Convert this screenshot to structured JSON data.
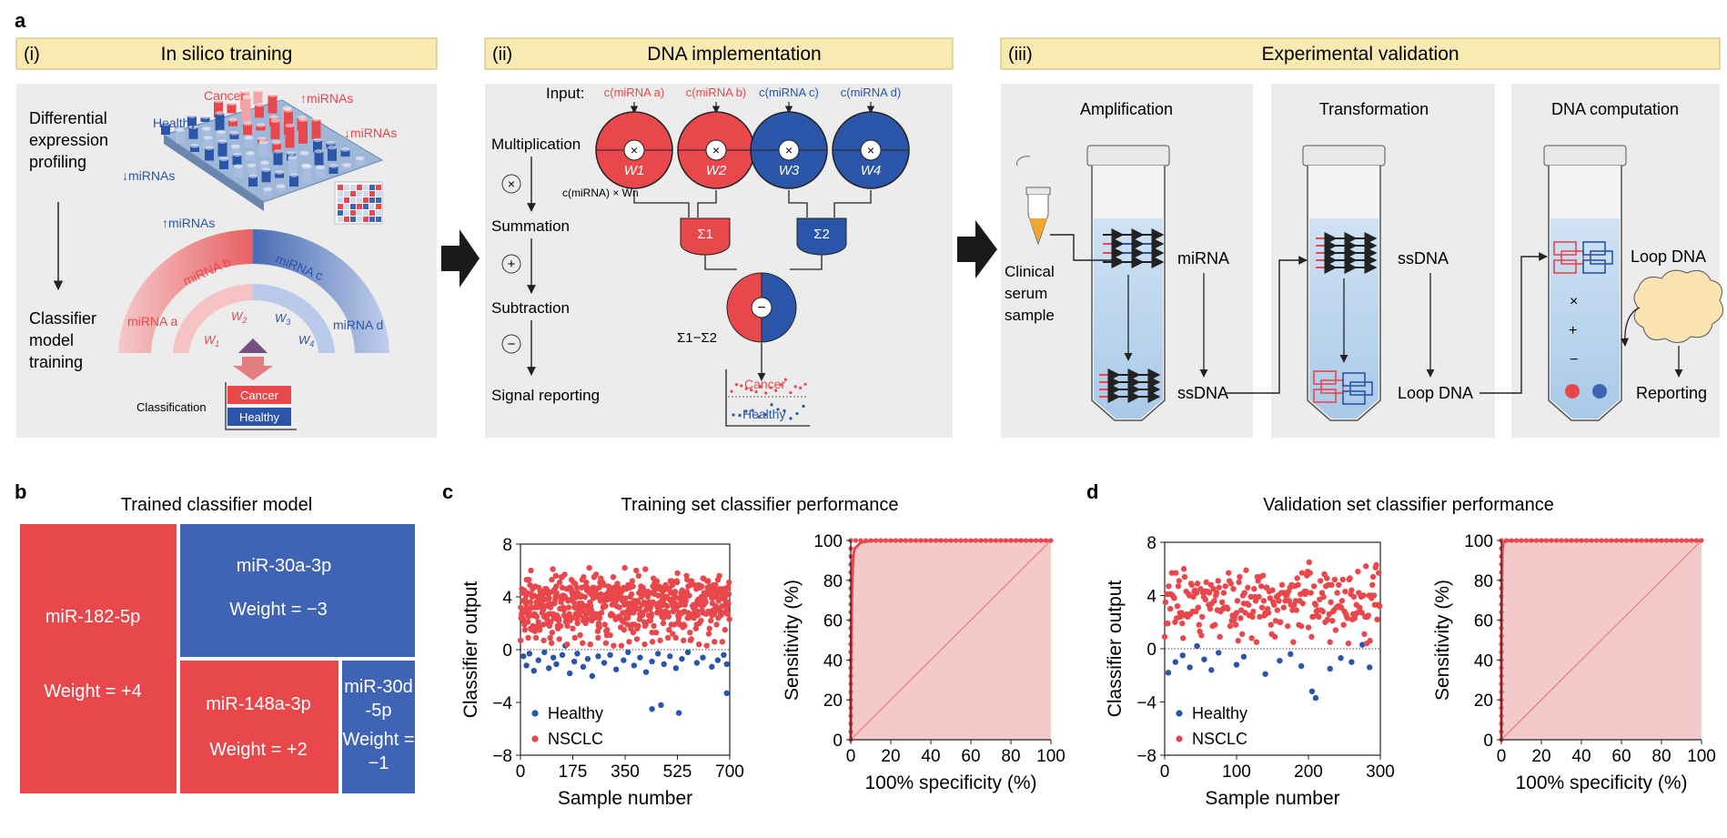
{
  "panel_a": {
    "letter": "a",
    "i": {
      "tag": "(i)",
      "title": "In silico training",
      "profiling": [
        "Differential",
        "expression",
        "profiling"
      ],
      "training": [
        "Classifier",
        "model",
        "training"
      ],
      "cancer": "Cancer",
      "healthy": "Healthy",
      "up_mirnas": "↑miRNAs",
      "down_mirnas": "↓miRNAs",
      "left_down": "↓miRNAs",
      "left_up": "↑miRNAs",
      "mirna_a": "miRNA a",
      "mirna_b": "miRNA b",
      "mirna_c": "miRNA c",
      "mirna_d": "miRNA d",
      "w1": "W",
      "w2": "W",
      "w3": "W",
      "w4": "W",
      "classification": "Classification",
      "box_cancer": "Cancer",
      "box_healthy": "Healthy"
    },
    "ii": {
      "tag": "(ii)",
      "title": "DNA implementation",
      "input": "Input:",
      "inputs": [
        "c(miRNA a)",
        "c(miRNA b)",
        "c(miRNA c)",
        "c(miRNA d)"
      ],
      "weights": [
        "W1",
        "W2",
        "W3",
        "W4"
      ],
      "multiplication": "Multiplication",
      "summation": "Summation",
      "subtraction": "Subtraction",
      "signal": "Signal reporting",
      "product": "c(miRNA) × Wn",
      "sigma1": "Σ1",
      "sigma2": "Σ2",
      "diff": "Σ1−Σ2",
      "cancer": "Cancer",
      "healthy": "Healthy"
    },
    "iii": {
      "tag": "(iii)",
      "title": "Experimental validation",
      "amplification": "Amplification",
      "transformation": "Transformation",
      "computation": "DNA computation",
      "clinical": [
        "Clinical",
        "serum",
        "sample"
      ],
      "mirna": "miRNA",
      "ssdna1": "ssDNA",
      "ssdna2": "ssDNA",
      "loopdna1": "Loop DNA",
      "loopdna2": "Loop DNA",
      "reporting": "Reporting"
    }
  },
  "panel_b": {
    "letter": "b",
    "title": "Trained classifier model",
    "cells": [
      {
        "name": "miR-182-5p",
        "weight": "Weight = +4"
      },
      {
        "name": "miR-30a-3p",
        "weight": "Weight = −3"
      },
      {
        "name": "miR-148a-3p",
        "weight": "Weight = +2"
      },
      {
        "name": "miR-30d-5p",
        "weight": "Weight = −1"
      }
    ]
  },
  "panel_c": {
    "letter": "c",
    "title": "Training set classifier performance"
  },
  "panel_d": {
    "letter": "d",
    "title": "Validation set classifier performance"
  },
  "colors": {
    "cancer": "#e8474b",
    "healthy": "#2a55a8",
    "box_bg": "#ececec",
    "header_bg": "#f8eab0",
    "treemap_red": "#e8474b",
    "treemap_blue": "#3f63b5"
  },
  "chart_data": [
    {
      "id": "c-scatter",
      "type": "scatter",
      "xlabel": "Sample number",
      "ylabel": "Classifier output",
      "xlim": [
        0,
        700
      ],
      "ylim": [
        -8,
        8
      ],
      "xticks": [
        "0",
        "175",
        "350",
        "525",
        "700"
      ],
      "yticks": [
        "8",
        "4",
        "0",
        "−4",
        "−8"
      ],
      "legend": [
        "Healthy",
        "NSCLC"
      ],
      "legend_placement": "bottom-left",
      "series": [
        {
          "name": "Healthy",
          "x": [
            10,
            20,
            30,
            45,
            60,
            80,
            95,
            110,
            120,
            140,
            150,
            165,
            180,
            190,
            210,
            225,
            240,
            260,
            280,
            300,
            320,
            345,
            360,
            380,
            400,
            420,
            440,
            460,
            480,
            500,
            520,
            540,
            560,
            590,
            610,
            640,
            660,
            680,
            690,
            440,
            470,
            530,
            690
          ],
          "y": [
            -0.5,
            -1.2,
            -0.3,
            -1.6,
            -0.8,
            -0.2,
            -1.4,
            -0.6,
            -1.1,
            -0.4,
            0.3,
            -1.8,
            -0.9,
            -0.3,
            -1.3,
            -0.7,
            -2.0,
            -0.5,
            -1.0,
            -0.4,
            -1.5,
            -0.8,
            -0.2,
            -1.2,
            -0.6,
            -1.7,
            -0.9,
            -0.3,
            -1.1,
            -0.5,
            -1.4,
            -0.7,
            -0.2,
            -1.0,
            -0.6,
            -1.3,
            -0.8,
            -0.4,
            -1.1,
            -4.5,
            -4.2,
            -4.8,
            -3.3
          ]
        },
        {
          "name": "NSCLC",
          "x": [],
          "y": []
        }
      ]
    },
    {
      "id": "c-roc",
      "type": "line",
      "xlabel": "100% specificity (%)",
      "ylabel": "Sensitivity (%)",
      "xlim": [
        0,
        100
      ],
      "ylim": [
        0,
        100
      ],
      "xticks": [
        "0",
        "20",
        "40",
        "60",
        "80",
        "100"
      ],
      "yticks": [
        "100",
        "80",
        "60",
        "40",
        "20",
        "0"
      ],
      "series": [
        {
          "name": "",
          "x": [
            0,
            0,
            0.5,
            1,
            1.5,
            2,
            3,
            4,
            5,
            8,
            12,
            20,
            40,
            60,
            80,
            100
          ],
          "y": [
            0,
            30,
            70,
            88,
            94,
            96,
            97,
            98,
            99,
            99.5,
            100,
            100,
            100,
            100,
            100,
            100
          ]
        }
      ]
    },
    {
      "id": "d-scatter",
      "type": "scatter",
      "xlabel": "Sample number",
      "ylabel": "Classifier output",
      "xlim": [
        0,
        300
      ],
      "ylim": [
        -8,
        8
      ],
      "xticks": [
        "0",
        "100",
        "200",
        "300"
      ],
      "yticks": [
        "8",
        "4",
        "0",
        "−4",
        "−8"
      ],
      "legend": [
        "Healthy",
        "NSCLC"
      ],
      "legend_placement": "bottom-left",
      "series": [
        {
          "name": "Healthy",
          "x": [
            5,
            15,
            25,
            35,
            45,
            55,
            65,
            75,
            100,
            110,
            140,
            160,
            175,
            190,
            205,
            210,
            230,
            245,
            260,
            275,
            285
          ],
          "y": [
            -1.8,
            -1.0,
            -0.5,
            -1.4,
            0.2,
            -0.8,
            -1.6,
            -0.3,
            -1.2,
            -0.6,
            -1.9,
            -0.9,
            -0.4,
            -1.3,
            -3.2,
            -3.7,
            -1.5,
            -0.7,
            -1.0,
            0.3,
            -1.4
          ]
        },
        {
          "name": "NSCLC",
          "x": [],
          "y": []
        }
      ]
    },
    {
      "id": "d-roc",
      "type": "line",
      "xlabel": "100% specificity (%)",
      "ylabel": "Sensitivity (%)",
      "xlim": [
        0,
        100
      ],
      "ylim": [
        0,
        100
      ],
      "xticks": [
        "0",
        "20",
        "40",
        "60",
        "80",
        "100"
      ],
      "yticks": [
        "100",
        "80",
        "60",
        "40",
        "20",
        "0"
      ],
      "series": [
        {
          "name": "",
          "x": [
            0,
            0,
            0.5,
            1,
            2,
            4,
            10,
            20,
            40,
            60,
            80,
            100
          ],
          "y": [
            0,
            50,
            95,
            99,
            99.5,
            100,
            100,
            100,
            100,
            100,
            100,
            100
          ]
        }
      ]
    }
  ]
}
